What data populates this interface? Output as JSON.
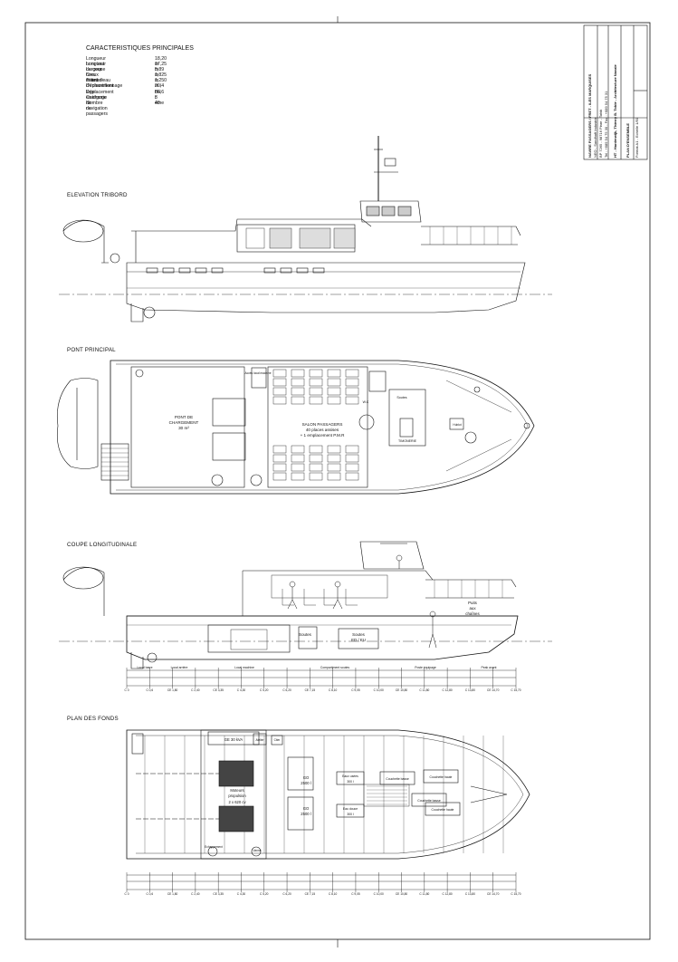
{
  "specs": {
    "title": "CARACTERISTIQUES PRINCIPALES",
    "rows": [
      {
        "label": "Longueur hors tout",
        "value": "18,20 m"
      },
      {
        "label": "Longueur de coque",
        "value": "17,25 m"
      },
      {
        "label": "Largeur hors membre",
        "value": "5,89 m"
      },
      {
        "label": "Creux milieu",
        "value": "1,825 m"
      },
      {
        "label": "Tirant d'eau d'échantillonnage",
        "value": "1,250 m / 0H"
      },
      {
        "label": "Déplacement lège",
        "value": "20,4 t"
      },
      {
        "label": "Déplacement en charge",
        "value": "36,6 t"
      },
      {
        "label": "Catégorie de navigation",
        "value": "3 ème"
      },
      {
        "label": "Nombre de passagers",
        "value": "40"
      }
    ]
  },
  "views": {
    "elevation": "ELEVATION TRIBORD",
    "pont": "PONT PRINCIPAL",
    "coupe": "COUPE LONGITUDINALE",
    "fonds": "PLAN DES FONDS"
  },
  "title_block": {
    "line1": "NAVIRE PASSAGERS / FRET - ILES MARQUISES",
    "line2": "NEO - Sandhaft Industrie",
    "line3": "BP 7265 - 98716 Pirae - Tahiti",
    "line4": "Tel : +689 54 75 30 - Fax : +689 54 75 31",
    "line5": "HT - Harderwijk, Thierry B. Tobie - Architecture Navale",
    "line6": "PLAN D'ENSEMBLE",
    "line7": "Format A1 - Echelle 1/50"
  },
  "pont_labels": {
    "deck": "PONT DE",
    "deck2": "CHARGEMENT",
    "deck3": "30 m²",
    "salon": "SALON PASSAGERS",
    "salon2": "40 places assises",
    "salon3": "+ 1 emplacement P.M.R",
    "timonerie": "TIMONERIE",
    "wc": "W.C",
    "stores": "Soutes",
    "hublot": "Hublot",
    "acces": "Accès local machine"
  },
  "coupe_labels": {
    "soute1": "Soutes",
    "soute2": "ED / EU",
    "soute3": "Soutes",
    "puits": "Puits",
    "puits2": "aux",
    "puits3": "chaînes",
    "zones": [
      "Local barre",
      "Local arrière",
      "Local machine",
      "Compartiment soutes",
      "Poste équipage",
      "Peak avant"
    ]
  },
  "fonds_labels": {
    "ge": "GE 30 kVA",
    "moteurs": "Moteurs",
    "moteurs2": "propulsion",
    "moteurs3": "2 x 620 cv",
    "go1": "GO",
    "go1b": "2500 l",
    "go2": "GO",
    "go2b": "2500 l",
    "eau1": "Eaux usées",
    "eau1b": "300 l",
    "eau2": "Eau douce",
    "eau2b": "300 l",
    "couchette1": "Couchette basse",
    "couchette2": "Couchette basse",
    "couchette3": "Couchette haute",
    "couchette4": "Couchette haute",
    "echappe": "Echappement",
    "atelier": "Atelier",
    "citer": "Citer",
    "vanne": "Vanne"
  },
  "frames_coupe": [
    "C 0",
    "C 0,6",
    "CE 1,80",
    "C 2,40",
    "CE 3,35",
    "C 4,30",
    "C 5,20",
    "C 6,20",
    "CE 7,15",
    "C 8,10",
    "C 9,05",
    "C 10,00",
    "CE 10,80",
    "C 11,80",
    "C 12,80",
    "C 13,80",
    "CE 14,70",
    "C 15,70"
  ],
  "frames_fonds": [
    "C 0",
    "C 0,6",
    "CE 1,80",
    "C 2,40",
    "CE 3,35",
    "C 4,30",
    "C 5,20",
    "C 6,20",
    "CE 7,15",
    "C 8,10",
    "C 9,05",
    "C 10,00",
    "CE 10,80",
    "C 11,80",
    "C 12,80",
    "C 13,80",
    "CE 14,70",
    "C 15,70"
  ]
}
